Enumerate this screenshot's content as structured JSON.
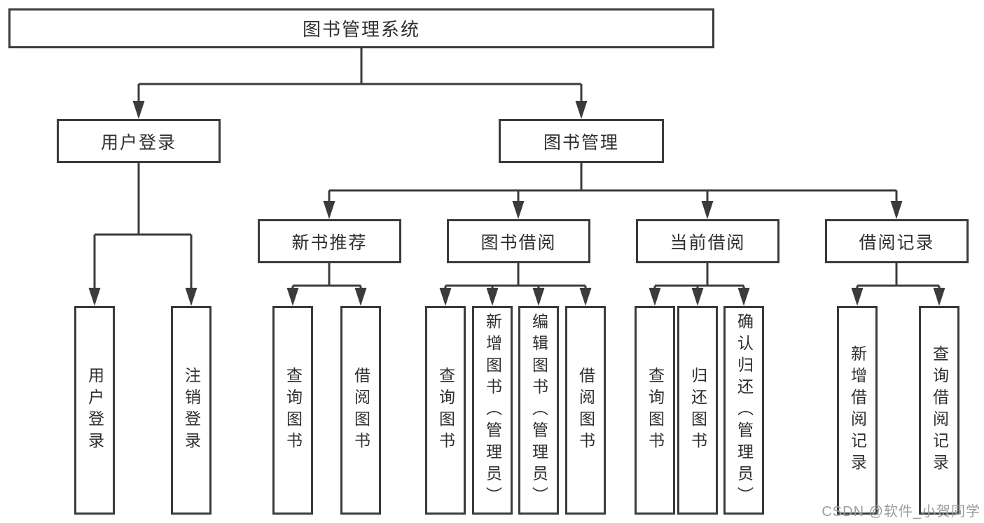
{
  "tree": {
    "label": "图书管理系统",
    "children": [
      {
        "label": "用户登录",
        "children": [
          {
            "label": "用户登录"
          },
          {
            "label": "注销登录"
          }
        ]
      },
      {
        "label": "图书管理",
        "children": [
          {
            "label": "新书推荐",
            "children": [
              {
                "label": "查询图书"
              },
              {
                "label": "借阅图书"
              }
            ]
          },
          {
            "label": "图书借阅",
            "children": [
              {
                "label": "查询图书"
              },
              {
                "label": "新增图书（管理员）"
              },
              {
                "label": "编辑图书（管理员）"
              },
              {
                "label": "借阅图书"
              }
            ]
          },
          {
            "label": "当前借阅",
            "children": [
              {
                "label": "查询图书"
              },
              {
                "label": "归还图书"
              },
              {
                "label": "确认归还（管理员）"
              }
            ]
          },
          {
            "label": "借阅记录",
            "children": [
              {
                "label": "新增借阅记录"
              },
              {
                "label": "查询借阅记录"
              }
            ]
          }
        ]
      }
    ]
  },
  "watermark": "CSDN @软件_小贺同学",
  "colors": {
    "line": "#3b3b3b",
    "text": "#2f2f2f",
    "box_background": "#ffffff",
    "watermark_text": "#9c9c9c",
    "background": "#ffffff"
  }
}
